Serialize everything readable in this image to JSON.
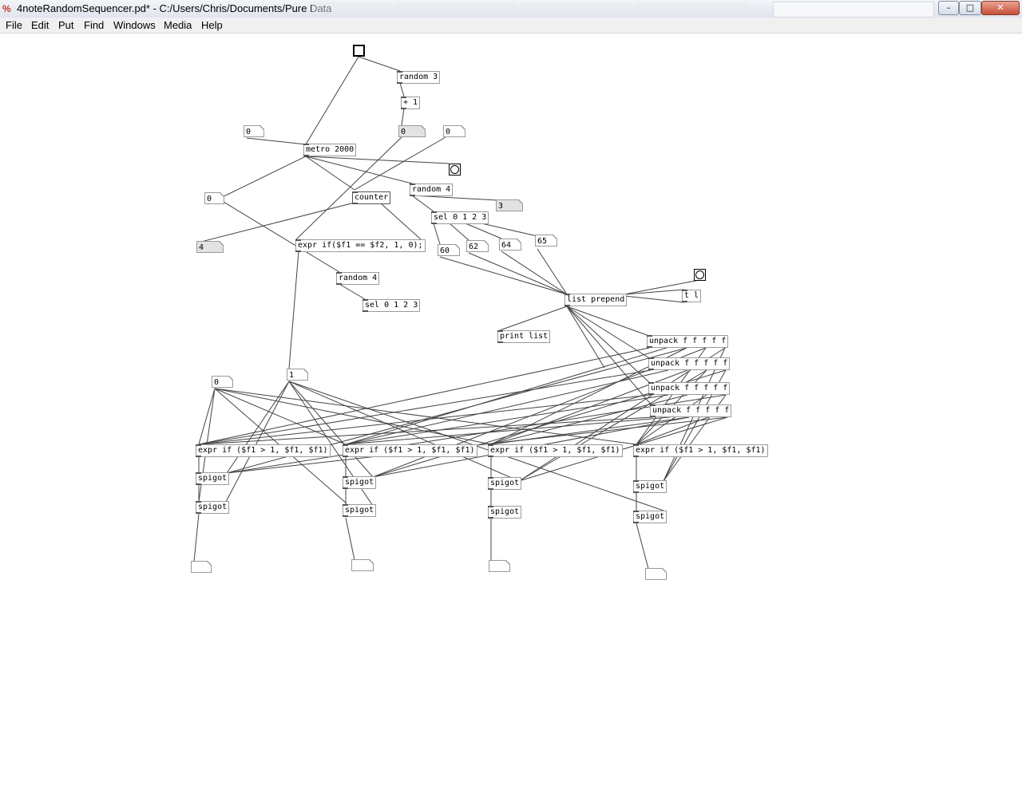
{
  "window": {
    "title": "4noteRandomSequencer.pd* - C:/Users/Chris/Documents/Pure Data",
    "app_icon": "pd-icon",
    "buttons": {
      "minimize": "–",
      "maximize": "□",
      "close": "✕"
    }
  },
  "menu": [
    "File",
    "Edit",
    "Put",
    "Find",
    "Windows",
    "Media",
    "Help"
  ],
  "objects": {
    "random3": "random 3",
    "plus1": "+ 1",
    "metro": "metro 2000",
    "counter": "counter",
    "random4a": "random 4",
    "sel1": "sel 0 1 2 3",
    "expr_eq": "expr if($f1 == $f2, 1, 0);",
    "random4b": "random 4",
    "sel2": "sel 0 1 2 3",
    "list_prepend": "list prepend",
    "tl": "t l",
    "print_list": "print list",
    "unpack1": "unpack f f f f f",
    "unpack2": "unpack f f f f f",
    "unpack3": "unpack f f f f f",
    "unpack4": "unpack f f f f f",
    "expr_gt1": "expr if ($f1 > 1, $f1, $f1)",
    "expr_gt2": "expr if ($f1 > 1, $f1, $f1)",
    "expr_gt3": "expr if ($f1 > 1, $f1, $f1)",
    "expr_gt4": "expr if ($f1 > 1, $f1, $f1)",
    "spigot": "spigot"
  },
  "numbers": {
    "n_metro_in": "0",
    "n_plus1_out": "0",
    "n_right": "0",
    "n_left": "0",
    "n_random4": "3",
    "n_counter": "4",
    "n60": "60",
    "n62": "62",
    "n64": "64",
    "n65": "65",
    "n_a": "0",
    "n_b": "1",
    "out1": "",
    "out2": "",
    "out3": "",
    "out4": ""
  }
}
